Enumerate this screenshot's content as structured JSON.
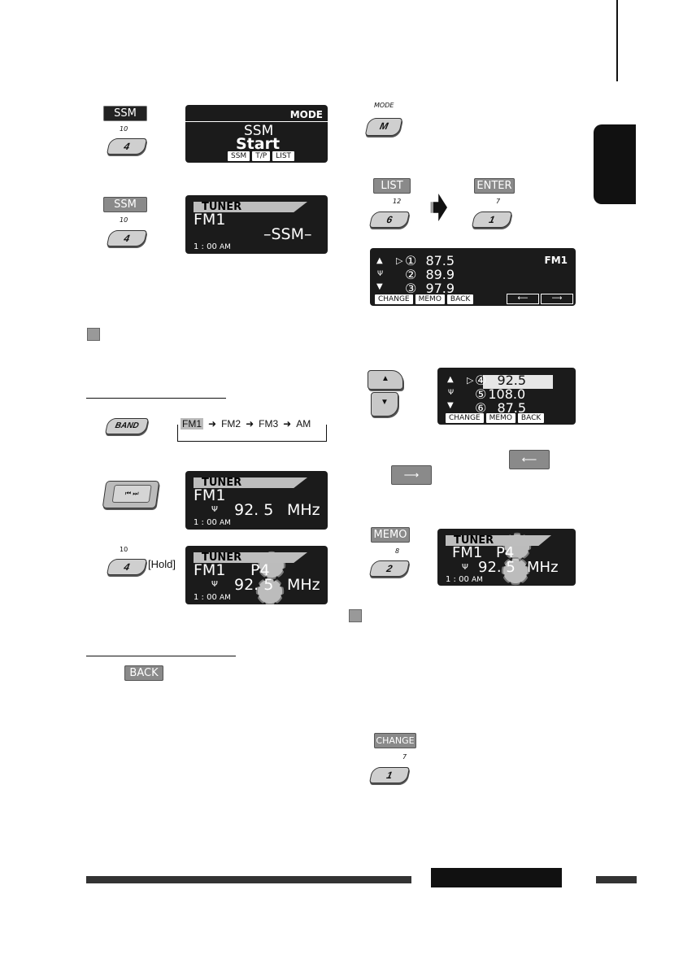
{
  "labels": {
    "ssm": "SSM",
    "list": "LIST",
    "enter": "ENTER",
    "memo": "MEMO",
    "change": "CHANGE",
    "back": "BACK",
    "hold": "[Hold]"
  },
  "buttons": {
    "four": "4",
    "six": "6",
    "one": "1",
    "two": "2",
    "m": "M",
    "band": "BAND"
  },
  "small": {
    "mode": "MODE",
    "ten": "10",
    "twelve": "12",
    "seven": "7",
    "eight": "8"
  },
  "lcd_ssm": {
    "mode": "MODE",
    "line1": "SSM",
    "line2": "Start",
    "softkeys": [
      "SSM",
      "T/P",
      "LIST"
    ]
  },
  "lcd_tuner_ssm": {
    "title": "TUNER",
    "band": "FM1",
    "ssm": "–SSM–",
    "time": "1 : 00",
    "ampm": "AM"
  },
  "band_cycle": {
    "items": [
      "FM1",
      "FM2",
      "FM3",
      "AM"
    ]
  },
  "lcd_tuner_freq": {
    "title": "TUNER",
    "band": "FM1",
    "freq": "92. 5",
    "unit": "MHz",
    "time": "1 : 00",
    "ampm": "AM"
  },
  "lcd_tuner_p4": {
    "title": "TUNER",
    "band": "FM1",
    "preset": "P4",
    "freq": "92. 5",
    "unit": "MHz",
    "time": "1 : 00",
    "ampm": "AM"
  },
  "lcd_list1": {
    "band": "FM1",
    "rows": [
      {
        "num": "①",
        "freq": "87.5"
      },
      {
        "num": "②",
        "freq": "89.9"
      },
      {
        "num": "③",
        "freq": "97.9"
      }
    ],
    "softkeys": [
      "CHANGE",
      "MEMO",
      "BACK"
    ]
  },
  "lcd_list2": {
    "rows": [
      {
        "num": "④",
        "freq": "92.5"
      },
      {
        "num": "⑤",
        "freq": "108.0"
      },
      {
        "num": "⑥",
        "freq": "87.5"
      }
    ],
    "softkeys": [
      "CHANGE",
      "MEMO",
      "BACK"
    ]
  },
  "lcd_memo": {
    "title": "TUNER",
    "band": "FM1",
    "preset": "P4",
    "freq": "92. 5",
    "unit": "MHz",
    "time": "1 : 00",
    "ampm": "AM"
  }
}
